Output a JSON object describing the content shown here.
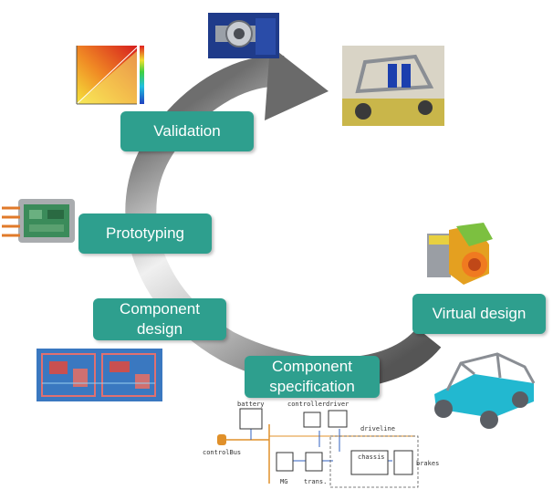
{
  "steps": [
    {
      "id": "validation",
      "label": "Validation"
    },
    {
      "id": "prototyping",
      "label": "Prototyping"
    },
    {
      "id": "component-design",
      "label_line1": "Component",
      "label_line2": "design"
    },
    {
      "id": "component-specification",
      "label_line1": "Component",
      "label_line2": "specification"
    },
    {
      "id": "virtual-design",
      "label": "Virtual design"
    }
  ],
  "model_diagram": {
    "blocks": [
      "battery",
      "controller",
      "driver",
      "driveline",
      "chassis",
      "brakes",
      "MG",
      "trans."
    ],
    "bus": "controlBus"
  },
  "colors": {
    "accent": "#2e9f8e",
    "arrow_dark": "#5a5a5a",
    "arrow_light": "#e6e6e6",
    "chassis_cyan": "#22b8d0"
  }
}
